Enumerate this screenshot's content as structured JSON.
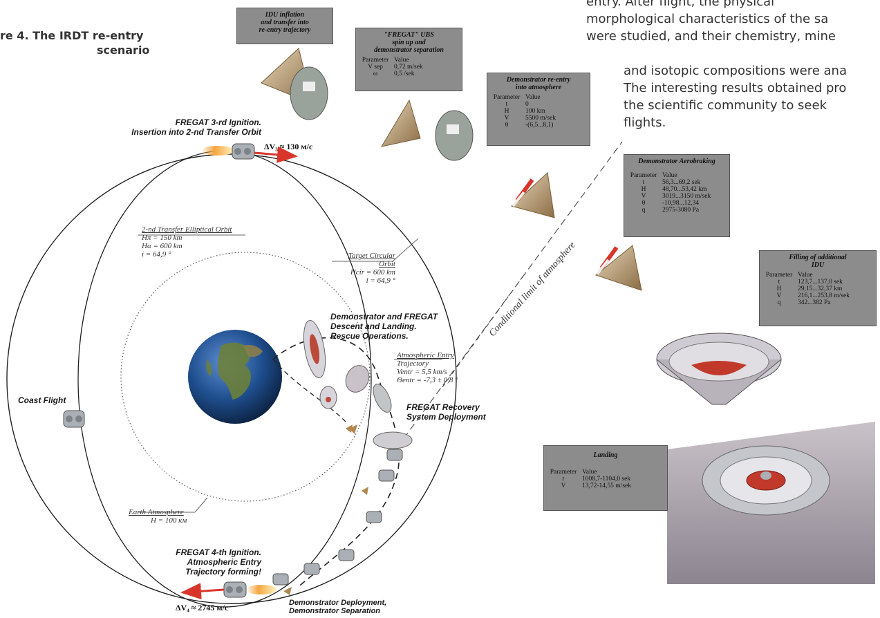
{
  "figure": {
    "caption_line1": "re 4. The IRDT re-entry",
    "caption_line2": "scenario"
  },
  "prose": {
    "lines": [
      "entry.  After  flight,  the  physical",
      "morphological characteristics of the sa",
      "were  studied, and their chemistry, mine",
      "and isotopic compositions were ana",
      "The interesting results obtained pro",
      "the  scientific  community  to  seek",
      "flights."
    ]
  },
  "labels": {
    "fregat3": [
      "FREGAT 3-rd Ignition.",
      "Insertion into 2-nd Transfer Orbit"
    ],
    "dv3": "ΔV₃ ≈ 130 м/с",
    "transfer_orbit": {
      "title": "2-nd Transfer Elliptical Orbit",
      "lines": [
        "Hπ = 150 km",
        "Hα = 600 km",
        "i = 64,9 °"
      ]
    },
    "target_orbit": {
      "title": "Target Circular Orbit",
      "lines": [
        "Hcir = 600 km",
        "i = 64,9 °"
      ]
    },
    "descent": [
      "Demonstrator and FREGAT",
      "Descent and Landing.",
      "Rescue Operations."
    ],
    "entry_traj": {
      "title": "Atmospheric Entry",
      "lines": [
        "Trajectory",
        "Ventr = 5,5 km/s",
        "Θentr = -7,3 ± 0,8 °"
      ]
    },
    "recovery": [
      "FREGAT Recovery",
      "System Deployment"
    ],
    "coast": "Coast Flight",
    "earth_atm": {
      "title": "Earth Atmosphere",
      "lines": [
        "H = 100 км"
      ]
    },
    "fregat4": [
      "FREGAT 4-th Ignition.",
      "Atmospheric Entry",
      "Trajectory forming!"
    ],
    "dv4": "ΔV₄ ≈ 2745 м/с",
    "deploy": [
      "Demonstrator Deployment,",
      "Demonstrator Separation"
    ],
    "atm_limit": "Conditional limit of atmosphere"
  },
  "boxes": [
    {
      "id": "idu",
      "title": [
        "IDU inflation",
        "and transfer into",
        "re-entry trajectory"
      ],
      "rows": []
    },
    {
      "id": "ubs",
      "title": [
        "\"FREGAT\" UBS",
        "spin up and",
        "demonstrator separation"
      ],
      "rows": [
        [
          "Parameter",
          "Value"
        ],
        [
          "V sep",
          "0,72 m/sek"
        ],
        [
          "ω",
          "0,5 /sek"
        ]
      ]
    },
    {
      "id": "reentry",
      "title": [
        "Demonstrator re-entry",
        "into atmosphere"
      ],
      "rows": [
        [
          "Parameter",
          "Value"
        ],
        [
          "t",
          "0"
        ],
        [
          "H",
          "100 km"
        ],
        [
          "V",
          "5500 m/sek"
        ],
        [
          "θ",
          "-(6,5...8,1)"
        ]
      ]
    },
    {
      "id": "aero",
      "title": [
        "Demonstrator Aerobraking"
      ],
      "rows": [
        [
          "Parameter",
          "Value"
        ],
        [
          "t",
          "56,3...69,2 sek"
        ],
        [
          "H",
          "48,70...53,42 km"
        ],
        [
          "V",
          "3019...3150 m/sek"
        ],
        [
          "θ",
          "-10,98...12,34"
        ],
        [
          "q",
          "2975-3080 Pa"
        ]
      ]
    },
    {
      "id": "filling",
      "title": [
        "Filling of additional",
        "IDU"
      ],
      "rows": [
        [
          "Parameter",
          "Value"
        ],
        [
          "t",
          "123,7...137,0 sek"
        ],
        [
          "H",
          "29,15...32,37 km"
        ],
        [
          "V",
          "216,1...253,8 m/sek"
        ],
        [
          "q",
          "342...382 Pa"
        ]
      ]
    },
    {
      "id": "landing",
      "title": [
        "Landing"
      ],
      "rows": [
        [
          "Parameter",
          "Value"
        ],
        [
          "t",
          "1008,7-1104,0 sek"
        ],
        [
          "V",
          "13,72-14,55 m/sek"
        ]
      ]
    }
  ],
  "colors": {
    "box_fill": "#8c8c8c",
    "arrow_red": "#d9362b",
    "earth_ocean": "#1f4f8f",
    "earth_land": "#6b7f3a"
  }
}
